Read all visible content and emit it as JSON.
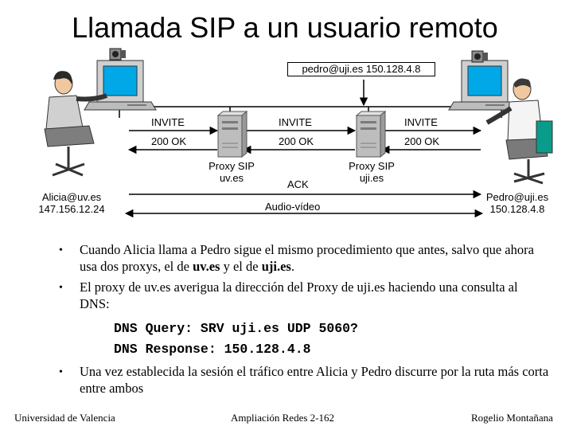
{
  "title": "Llamada SIP a un usuario remoto",
  "diagram": {
    "pedro_address": "pedro@uji.es 150.128.4.8",
    "invite_label": "INVITE",
    "ok_label": "200 OK",
    "ack_label": "ACK",
    "audio_label": "Audio-vídeo",
    "proxy_uv_line1": "Proxy SIP",
    "proxy_uv_line2": "uv.es",
    "proxy_uji_line1": "Proxy SIP",
    "proxy_uji_line2": "uji.es",
    "alicia_line1": "Alicia@uv.es",
    "alicia_line2": "147.156.12.24",
    "pedro_line1": "Pedro@uji.es",
    "pedro_line2": "150.128.4.8"
  },
  "bullets": {
    "b1": {
      "pre": "Cuando Alicia llama a Pedro sigue el mismo procedimiento que antes, salvo que ahora usa dos proxys, el de ",
      "bold1": "uv.es",
      "mid": " y el de ",
      "bold2": "uji.es",
      "post": "."
    },
    "b2": "El proxy de uv.es averigua la dirección del Proxy de uji.es haciendo una consulta al DNS:",
    "code1": "DNS Query: SRV uji.es UDP 5060?",
    "code2": "DNS Response: 150.128.4.8",
    "b3": "Una vez establecida la sesión el tráfico entre Alicia y Pedro discurre por la ruta más corta entre ambos"
  },
  "footer": {
    "left": "Universidad de Valencia",
    "center": "Ampliación Redes 2-162",
    "right": "Rogelio Montañana"
  },
  "colors": {
    "screen": "#00a8e8",
    "monitor": "#cfcfcf",
    "server": "#bdbdbd",
    "arrow": "#000000"
  }
}
